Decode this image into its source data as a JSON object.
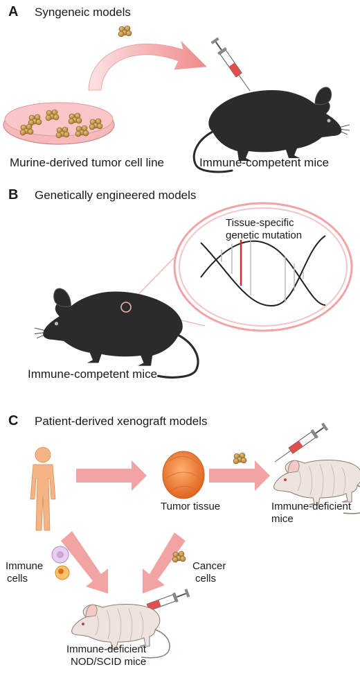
{
  "panels": {
    "a": {
      "letter": "A",
      "heading": "Syngeneic models",
      "left_caption": "Murine-derived tumor cell line",
      "right_caption": "Immune-competent mice"
    },
    "b": {
      "letter": "B",
      "heading": "Genetically engineered models",
      "callout_line1": "Tissue-specific",
      "callout_line2": "genetic mutation",
      "caption": "Immune-competent mice"
    },
    "c": {
      "letter": "C",
      "heading": "Patient-derived xenograft models",
      "tumor_label": "Tumor tissue",
      "right_mice_line1": "Immune-deficient",
      "right_mice_line2": "mice",
      "immune_line1": "Immune",
      "immune_line2": "cells",
      "cancer_line1": "Cancer",
      "cancer_line2": "cells",
      "bottom_line1": "Immune-deficient",
      "bottom_line2": "NOD/SCID mice"
    }
  },
  "colors": {
    "arrow_pink": "#f2a3a3",
    "dish_pink": "#f7b9b9",
    "mouse_black": "#2b2b2b",
    "mutation_red": "#d9262b",
    "tumor_orange": "#f28a3a",
    "skin_tan": "#f4b483",
    "nude_mouse": "#efe3de"
  }
}
